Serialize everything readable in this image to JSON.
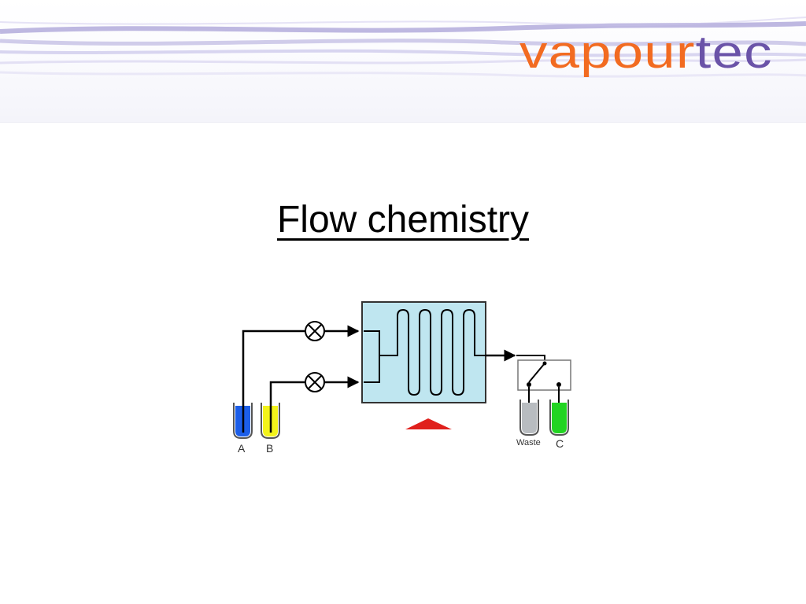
{
  "header": {
    "logo_left": "vapour",
    "logo_right": "tec",
    "colors": {
      "logo_orange": "#f26b21",
      "logo_purple": "#6a53a8",
      "swoosh": "#8a7fc8"
    }
  },
  "slide": {
    "title": "Flow chemistry"
  },
  "diagram": {
    "vessels": {
      "a": "A",
      "b": "B",
      "waste": "Waste",
      "c": "C"
    },
    "colors": {
      "reagent_a": "#1c5ee8",
      "reagent_b": "#f3f31b",
      "waste": "#b8bcc0",
      "product_c": "#22d422",
      "reactor": "#bfe6f0",
      "heater": "#e0201c"
    }
  }
}
